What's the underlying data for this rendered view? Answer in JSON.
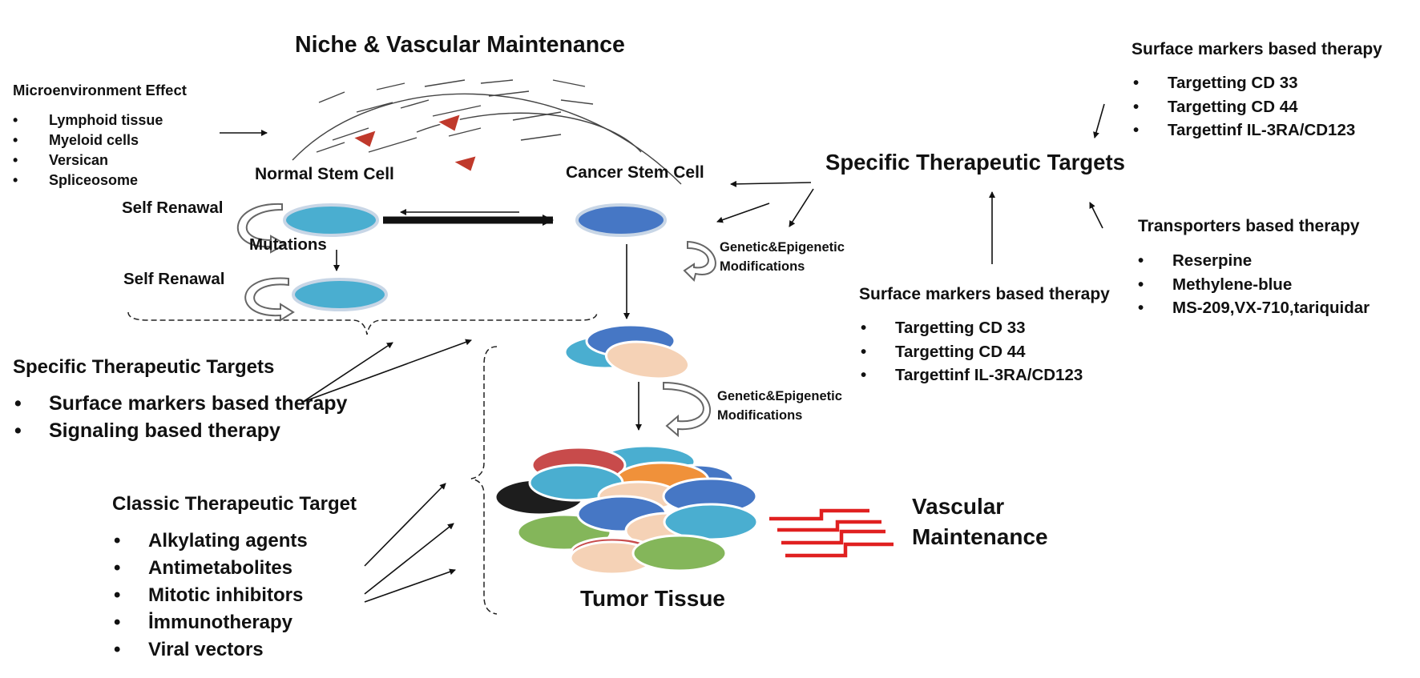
{
  "title": "Niche & Vascular Maintenance",
  "microenvironment": {
    "heading": "Microenvironment Effect",
    "items": [
      "Lymphoid tissue",
      "Myeloid cells",
      "Versican",
      "Spliceosome"
    ]
  },
  "cells": {
    "normal_stem_cell": "Normal Stem Cell",
    "cancer_stem_cell": "Cancer Stem Cell",
    "self_renewal_1": "Self Renawal",
    "self_renewal_2": "Self Renawal",
    "mutations": "Mutations"
  },
  "modifications": {
    "first": [
      "Genetic&Epigenetic",
      "Modifications"
    ],
    "second": [
      "Genetic&Epigenetic",
      "Modifications"
    ]
  },
  "left_targets": {
    "heading": "Specific Therapeutic Targets",
    "items": [
      "Surface markers based therapy",
      "Signaling based therapy"
    ]
  },
  "classic_targets": {
    "heading": "Classic Therapeutic Target",
    "items": [
      "Alkylating agents",
      "Antimetabolites",
      "Mitotic inhibitors",
      "İmmunotherapy",
      "Viral vectors"
    ]
  },
  "tumor_label": "Tumor Tissue",
  "vascular_label": [
    "Vascular",
    "Maintenance"
  ],
  "specific_targets_right": "Specific Therapeutic Targets",
  "surface_markers_top": {
    "heading": "Surface markers based therapy",
    "items": [
      "Targetting CD 33",
      "Targetting CD 44",
      "Targettinf IL-3RA/CD123"
    ]
  },
  "surface_markers_mid": {
    "heading": "Surface markers based therapy",
    "items": [
      "Targetting CD 33",
      "Targetting CD 44",
      "Targettinf IL-3RA/CD123"
    ]
  },
  "transporters": {
    "heading": "Transporters based therapy",
    "items": [
      "Reserpine",
      "Methylene-blue",
      "MS-209,VX-710,tariquidar"
    ]
  },
  "colors": {
    "normal_cell": "#4aaed0",
    "cancer_cell": "#4677c5",
    "tumor_red": "#c84b4b",
    "tumor_orange": "#f0913a",
    "tumor_green": "#84b65a",
    "tumor_peach": "#f5d2b6",
    "tumor_black": "#1d1d1d",
    "vessel_red": "#e02020"
  }
}
